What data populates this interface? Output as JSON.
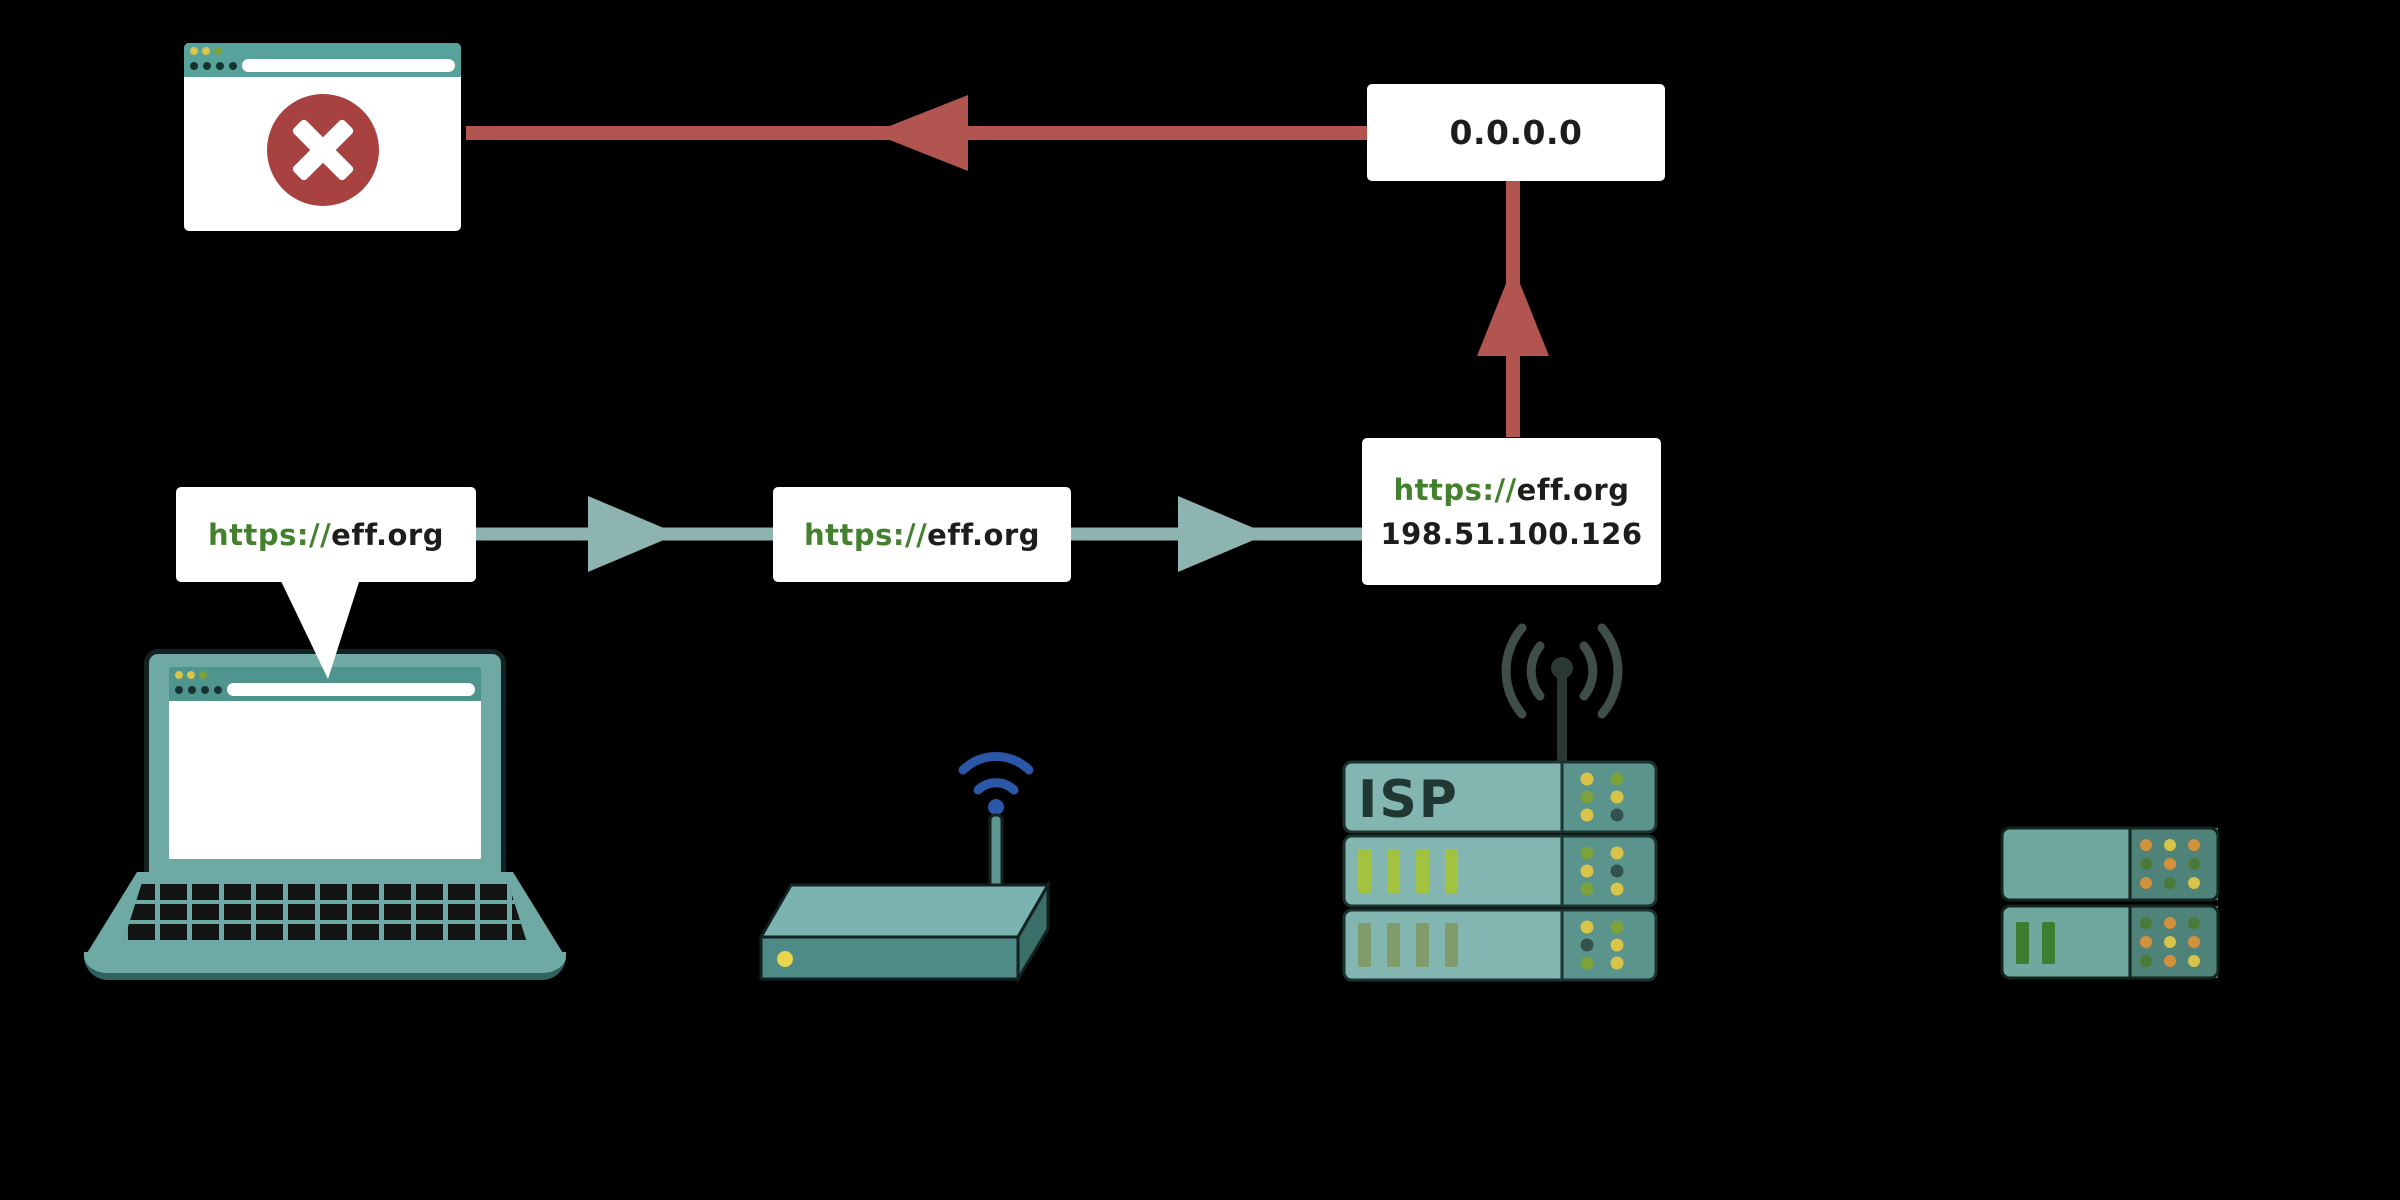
{
  "boxes": {
    "blocked_ip": "0.0.0.0",
    "browser_request": {
      "scheme": "https://",
      "host": "eff.org"
    },
    "router_request": {
      "scheme": "https://",
      "host": "eff.org"
    },
    "dns_answer": {
      "scheme": "https://",
      "host": "eff.org",
      "ip": "198.51.100.126"
    }
  },
  "devices": {
    "isp_label": "ISP"
  },
  "colors": {
    "background": "#000000",
    "request_arrow_teal": "#8db4b0",
    "blocked_arrow_red": "#b25450",
    "url_scheme_green": "#44812e",
    "text_dark": "#1d1d1b",
    "box_white": "#ffffff",
    "device_teal": "#6fa9a4",
    "device_teal_dark": "#4f8b86",
    "wifi_blue": "#2b57a8",
    "error_red": "#a84240",
    "led_yellow": "#e8d44d"
  }
}
